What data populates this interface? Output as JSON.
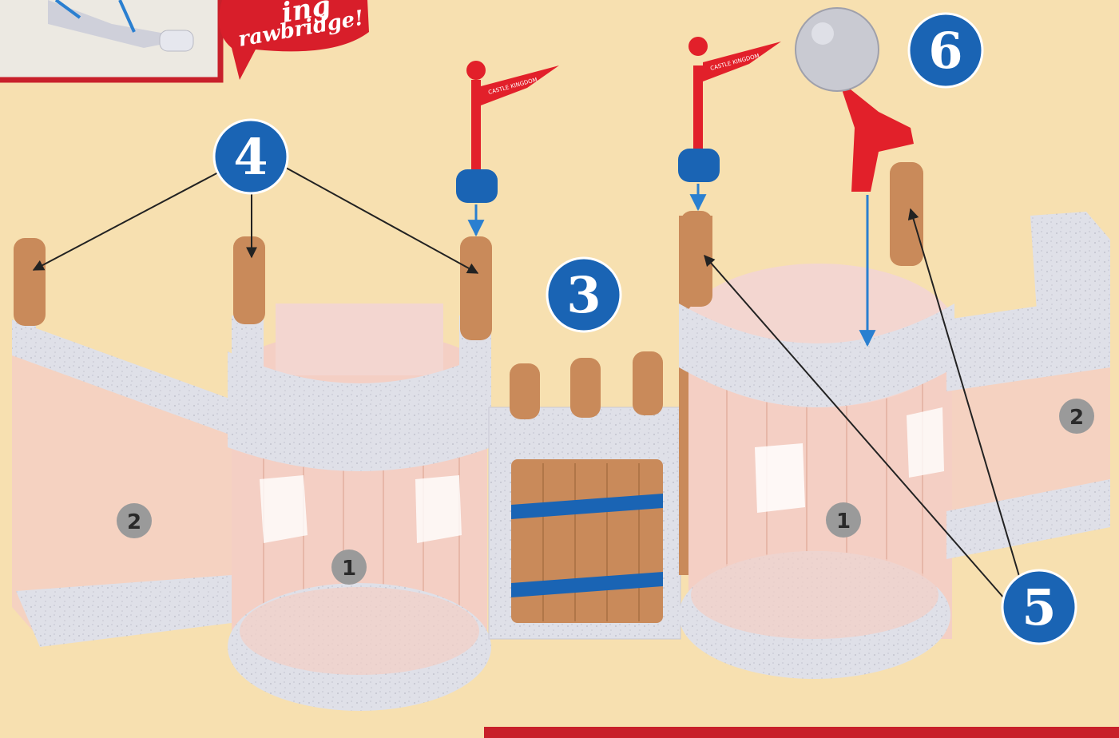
{
  "colors": {
    "background": "#f7e0b0",
    "wall_stone": "#dcdde6",
    "wall_pink": "#f4cfc4",
    "wood": "#c98a5a",
    "flag_red": "#e2202a",
    "badge_blue": "#1a64b4",
    "part_grey": "#9a9a9a",
    "banner_red": "#d81e2a"
  },
  "banner": {
    "line1": "ing",
    "line2": "rawbridge!"
  },
  "steps": [
    "4",
    "3",
    "6",
    "5"
  ],
  "part_labels": [
    "2",
    "1",
    "1",
    "2"
  ],
  "flags": [
    {
      "text": "CASTLE KINGDOM"
    },
    {
      "text": "CASTLE KINGDOM"
    }
  ]
}
